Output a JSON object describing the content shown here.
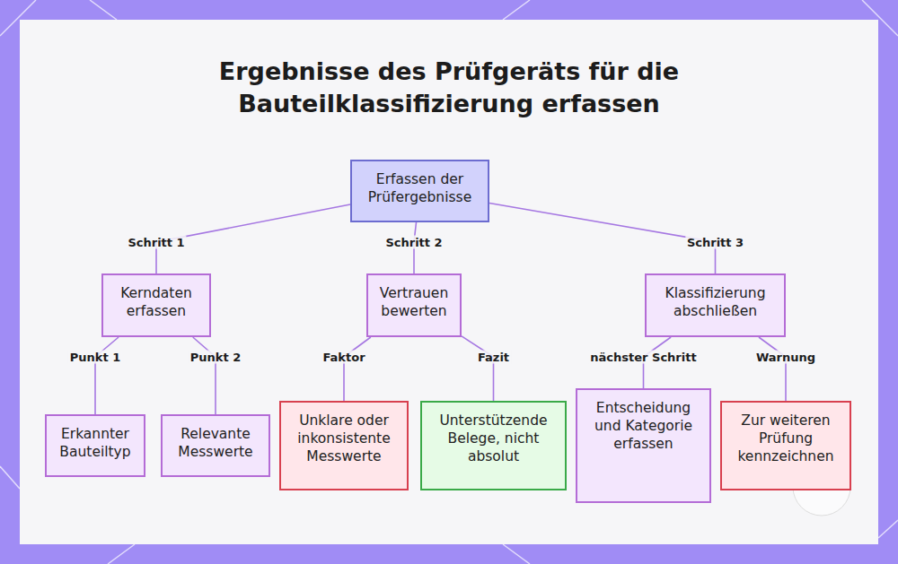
{
  "diagram": {
    "title": "Ergebnisse des Prüfgeräts für die Bauteilklassifizierung erfassen",
    "nodes": [
      {
        "text": [
          "Erfassen der Prüfergebnisse"
        ]
      },
      {
        "text": [
          "Kerndaten erfassen"
        ]
      },
      {
        "text": [
          "Vertrauen bewerten"
        ]
      },
      {
        "text": [
          "Klassifizierung abschließen"
        ]
      },
      {
        "text": [
          "Erkannter Bauteiltyp"
        ]
      },
      {
        "text": [
          "Relevante Messwerte"
        ]
      },
      {
        "text": [
          "Unklare oder inkonsistente Messwerte"
        ]
      },
      {
        "text": [
          "Unterstützende Belege, nicht absolut"
        ]
      },
      {
        "text": [
          "Entscheidung und Kategorie erfassen"
        ]
      },
      {
        "text": [
          "Zur weiteren Prüfung kennzeichnen"
        ]
      }
    ],
    "edges": [
      {
        "from": 0,
        "to": 1,
        "label": "Schritt 1",
        "arrow": "none"
      },
      {
        "from": 0,
        "to": 2,
        "label": "Schritt 2",
        "arrow": "none"
      },
      {
        "from": 0,
        "to": 3,
        "label": "Schritt 3",
        "arrow": "none"
      },
      {
        "from": 1,
        "to": 4,
        "label": "Punkt 1",
        "arrow": "none"
      },
      {
        "from": 1,
        "to": 5,
        "label": "Punkt 2",
        "arrow": "none"
      },
      {
        "from": 2,
        "to": 6,
        "label": "Faktor",
        "arrow": "none"
      },
      {
        "from": 2,
        "to": 7,
        "label": "Fazit",
        "arrow": "none"
      },
      {
        "from": 3,
        "to": 8,
        "label": "nächster Schritt",
        "arrow": "none"
      },
      {
        "from": 3,
        "to": 9,
        "label": "Warnung",
        "arrow": "none"
      }
    ]
  }
}
